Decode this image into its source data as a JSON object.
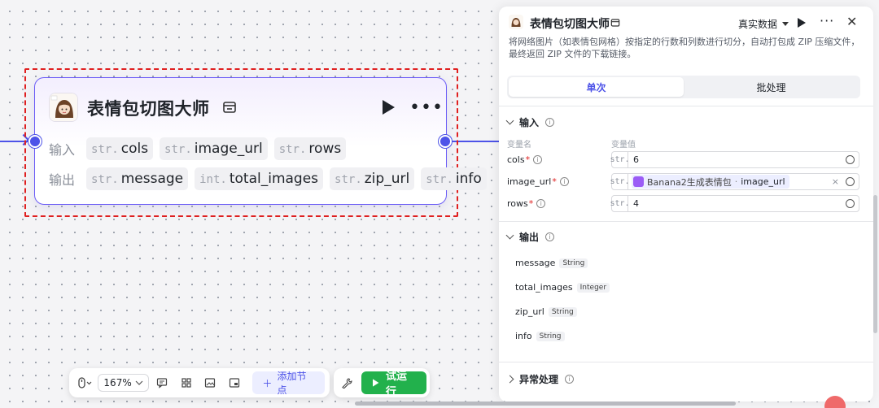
{
  "node": {
    "title": "表情包切图大师",
    "input_label": "输入",
    "output_label": "输出",
    "inputs": [
      {
        "type": "str.",
        "name": "cols"
      },
      {
        "type": "str.",
        "name": "image_url"
      },
      {
        "type": "str.",
        "name": "rows"
      }
    ],
    "outputs": [
      {
        "type": "str.",
        "name": "message"
      },
      {
        "type": "int.",
        "name": "total_images"
      },
      {
        "type": "str.",
        "name": "zip_url"
      },
      {
        "type": "str.",
        "name": "info"
      }
    ]
  },
  "toolbar": {
    "zoom": "167%",
    "add_node": "添加节点",
    "run": "试运行"
  },
  "panel": {
    "title": "表情包切图大师",
    "data_mode": "真实数据",
    "description": "将网络图片（如表情包网格）按指定的行数和列数进行切分，自动打包成 ZIP 压缩文件，最终返回 ZIP 文件的下载链接。",
    "tabs": [
      "单次",
      "批处理"
    ],
    "input_section": "输入",
    "col_name": "变量名",
    "col_value": "变量值",
    "vars": [
      {
        "name": "cols",
        "type": "str.",
        "value": "6"
      },
      {
        "name": "image_url",
        "type": "str.",
        "ref_source": "Banana2生成表情包",
        "ref_sep": " · ",
        "ref_field": "image_url"
      },
      {
        "name": "rows",
        "type": "str.",
        "value": "4"
      }
    ],
    "output_section": "输出",
    "outputs": [
      {
        "name": "message",
        "type": "String"
      },
      {
        "name": "total_images",
        "type": "Integer"
      },
      {
        "name": "zip_url",
        "type": "String"
      },
      {
        "name": "info",
        "type": "String"
      }
    ],
    "error_section": "异常处理"
  },
  "colors": {
    "accent": "#4d53e8",
    "run": "#22b14c",
    "selection": "#e02020",
    "required": "#e02020"
  }
}
